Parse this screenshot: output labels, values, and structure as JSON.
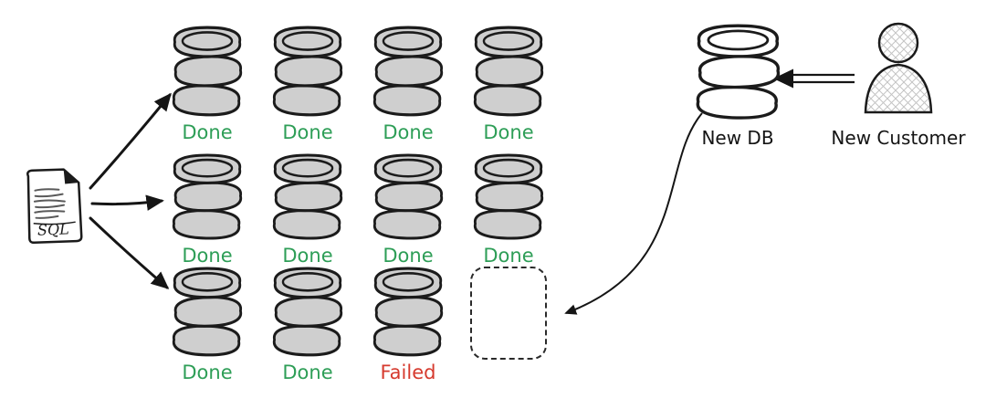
{
  "sql_file": {
    "label": "SQL"
  },
  "migration_grid": {
    "rows": [
      {
        "cells": [
          {
            "status": "Done"
          },
          {
            "status": "Done"
          },
          {
            "status": "Done"
          },
          {
            "status": "Done"
          }
        ]
      },
      {
        "cells": [
          {
            "status": "Done"
          },
          {
            "status": "Done"
          },
          {
            "status": "Done"
          },
          {
            "status": "Done"
          }
        ]
      },
      {
        "cells": [
          {
            "status": "Done"
          },
          {
            "status": "Done"
          },
          {
            "status": "Failed"
          },
          {
            "placeholder": true
          }
        ]
      }
    ]
  },
  "status_colors": {
    "Done": "#2e9e57",
    "Failed": "#d63a2e"
  },
  "new_db": {
    "label": "New DB"
  },
  "new_customer": {
    "label": "New Customer"
  },
  "icons": {
    "sql_file": "sql-file-icon",
    "database": "database-icon",
    "person": "new-customer-icon"
  },
  "colors": {
    "db_fill": "#cfcfcf",
    "new_db_fill": "#ffffff",
    "db_stroke": "#1b1b1b",
    "ink": "#151515",
    "crosshatch": "#c4c4c4"
  }
}
